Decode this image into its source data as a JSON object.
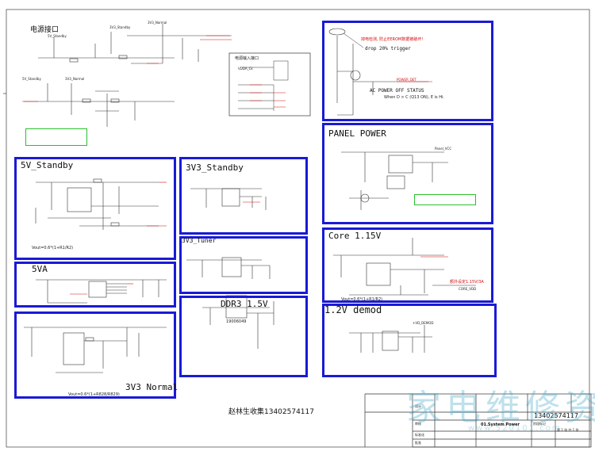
{
  "header": {
    "power_interface": "电源接口",
    "power_input_interface": "电源输入接口"
  },
  "blocks": {
    "standby_5v": "5V_Standby",
    "standby_3v3": "3V3_Standby",
    "tuner_3v3": "3V3_Tuner",
    "va_5": "5VA",
    "ddr3": "DDR3 1.5V",
    "normal_3v3": "3V3 Normal",
    "panel_power": "PANEL POWER",
    "core": "Core 1.15V",
    "demod": "1.2V demod"
  },
  "formulas": {
    "standby_5v": "Vout=0.6*(1+R1/R2)",
    "core": "Vout=0.6*(1+R1/R2)",
    "normal_3v3": "Vout=0.6*(1+R828/R829)"
  },
  "annotations": {
    "ac_red_note": "掉电检测, 防止EEROM数据被破坏!",
    "drop_trigger": "drop 20% trigger",
    "ac_power_off": "AC POWER OFF STATUS",
    "ac_when": "When D > C (Q13 ON), E is Hi.",
    "core_red_note": "额外设定1.15V/3A",
    "ddr3_code": "19006049"
  },
  "net_labels": {
    "v3_normal": "3V3_Normal",
    "v3_standby": "3V3_Standby",
    "v5_standby": "5V_Standby",
    "power_det": "POWER_DET",
    "vdd_a": "VDDA_Ck",
    "panel_vcc": "Panel_VCC",
    "core_vdd": "CORE_VDD",
    "vdd_demod": "+VD_DEMOD"
  },
  "footer": {
    "collector": "赵林生收集13402574117",
    "sheet_title": "01.System Power",
    "phone": "13402574117",
    "watermark": "家电维修资料网",
    "watermark_url": "www.520101.com",
    "tb_labels": [
      "设计",
      "审核",
      "标准化",
      "批准",
      "阶段标记",
      "第 1 张 共 1 张"
    ]
  }
}
